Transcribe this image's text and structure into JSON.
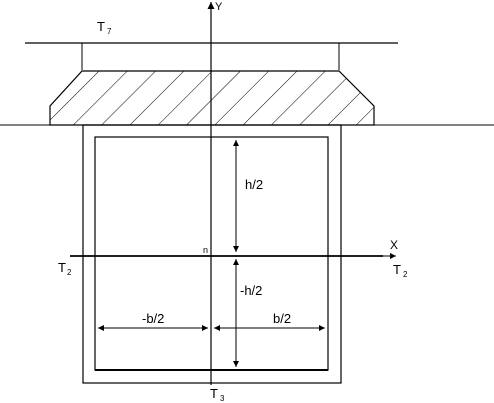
{
  "labels": {
    "y_axis": "Y",
    "x_axis": "X",
    "top_boundary": "T",
    "top_boundary_sub": "7",
    "left_boundary": "T",
    "left_boundary_sub": "2",
    "right_boundary": "T",
    "right_boundary_sub": "2",
    "bottom_boundary": "T",
    "bottom_boundary_sub": "3",
    "origin": "n",
    "half_height_pos": "h/2",
    "half_height_neg": "-h/2",
    "half_width_neg": "-b/2",
    "half_width_pos": "b/2"
  },
  "colors": {
    "stroke": "#000000",
    "background": "#ffffff"
  }
}
